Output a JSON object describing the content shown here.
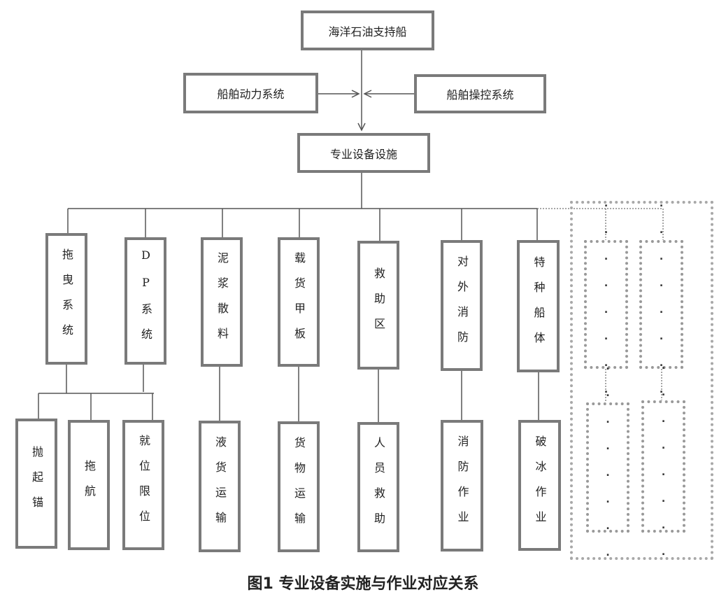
{
  "root": "海洋石油支持船",
  "power_system": "船舶动力系统",
  "control_system": "船舶操控系统",
  "equipment": "专业设备设施",
  "systems": [
    "拖曳系统",
    "DP系统",
    "泥浆散料",
    "载货甲板",
    "救助区",
    "对外消防",
    "特种船体"
  ],
  "operations": [
    "抛起锚",
    "拖航",
    "就位限位",
    "液货运输",
    "货物运输",
    "人员救助",
    "消防作业",
    "破冰作业"
  ],
  "placeholder_dots": [
    "..",
    "..",
    "..",
    ".."
  ],
  "caption": "图1 专业设备实施与作业对应关系"
}
